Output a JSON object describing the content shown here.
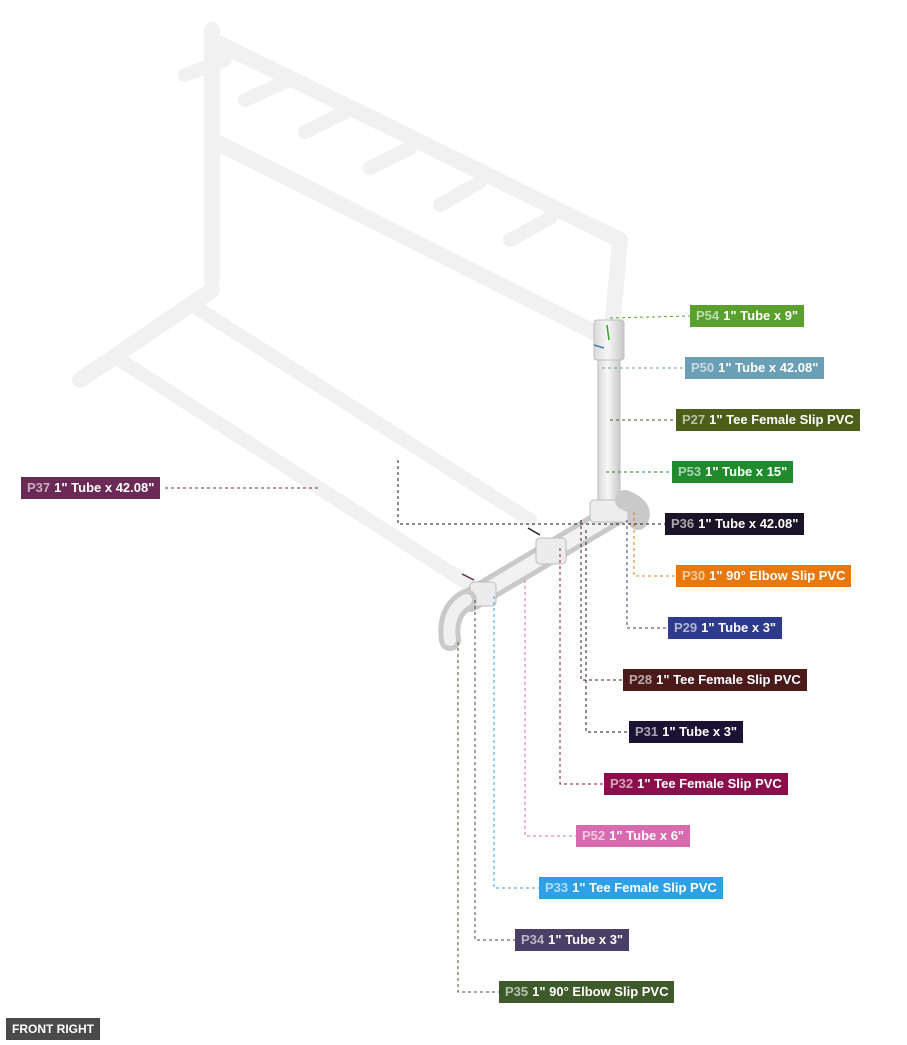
{
  "view_label": "FRONT RIGHT",
  "parts": [
    {
      "id": "P54",
      "name": "1\" Tube x 9\"",
      "color": "#5aa02c"
    },
    {
      "id": "P50",
      "name": "1\" Tube x 42.08\"",
      "color": "#6a9fb5"
    },
    {
      "id": "P27",
      "name": "1\" Tee Female Slip PVC",
      "color": "#4b5e1a"
    },
    {
      "id": "P53",
      "name": "1\" Tube x 15\"",
      "color": "#1f8b2c"
    },
    {
      "id": "P36",
      "name": "1\" Tube x 42.08\"",
      "color": "#1a1426"
    },
    {
      "id": "P30",
      "name": "1\" 90° Elbow Slip PVC",
      "color": "#e8780c"
    },
    {
      "id": "P29",
      "name": "1\" Tube x 3\"",
      "color": "#2e3a8c"
    },
    {
      "id": "P28",
      "name": "1\" Tee Female Slip PVC",
      "color": "#4a1a1a"
    },
    {
      "id": "P31",
      "name": "1\" Tube x 3\"",
      "color": "#1c1233"
    },
    {
      "id": "P32",
      "name": "1\" Tee Female Slip PVC",
      "color": "#8b0f4a"
    },
    {
      "id": "P52",
      "name": "1\" Tube x 6\"",
      "color": "#d86bb0"
    },
    {
      "id": "P33",
      "name": "1\" Tee Female Slip PVC",
      "color": "#2ea0e8"
    },
    {
      "id": "P34",
      "name": "1\" Tube x 3\"",
      "color": "#4a3f66"
    },
    {
      "id": "P35",
      "name": "1\" 90° Elbow Slip PVC",
      "color": "#3f5a2a"
    },
    {
      "id": "P37",
      "name": "1\" Tube x 42.08\"",
      "color": "#6a2a55"
    }
  ]
}
